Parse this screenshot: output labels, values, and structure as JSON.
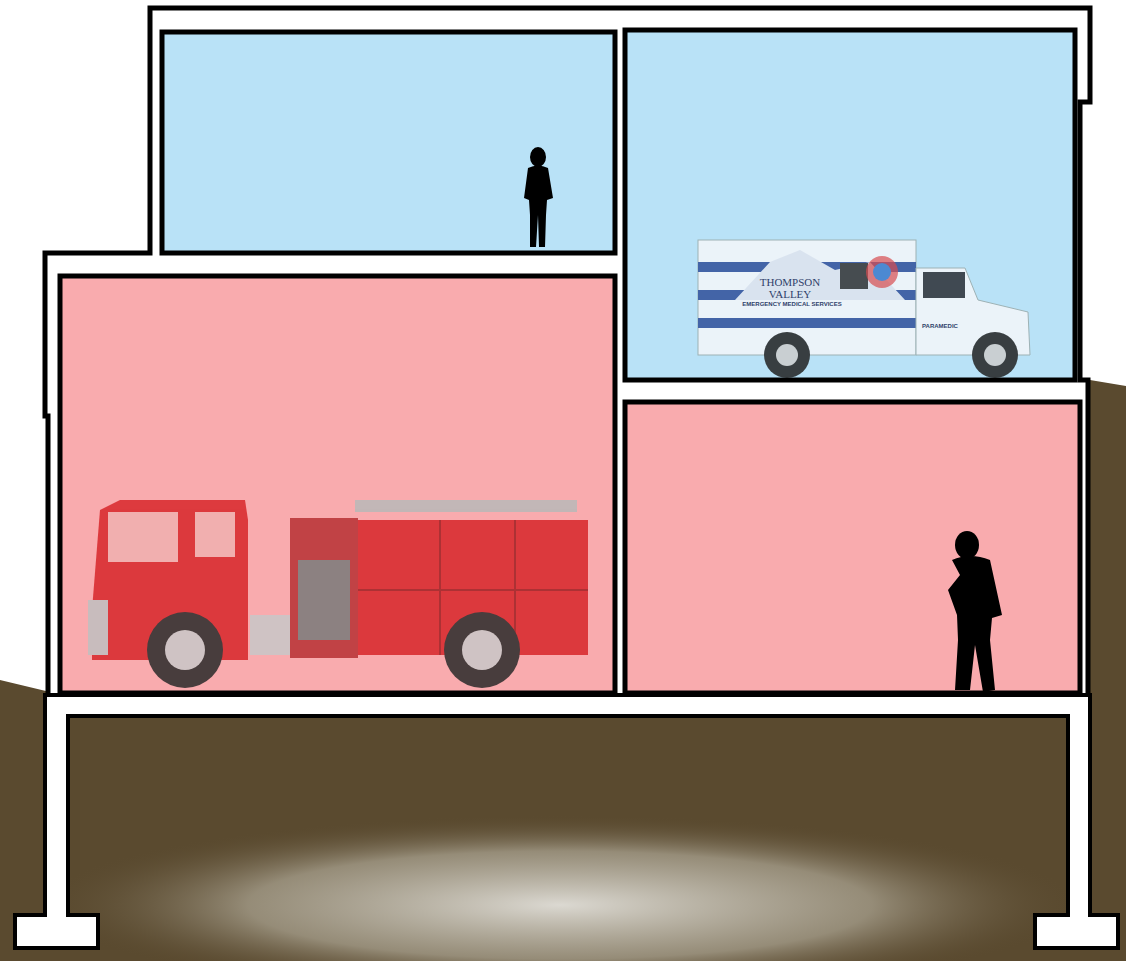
{
  "diagram": {
    "labels": [
      "THOMPSON VALLEY",
      "EMERGENCY MEDICAL SERVICES",
      "PARAMEDIC"
    ]
  }
}
